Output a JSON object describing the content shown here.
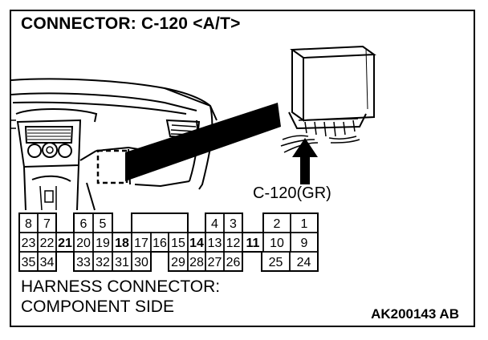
{
  "title": "CONNECTOR: C-120 <A/T>",
  "connector_label": "C-120(GR)",
  "harness_line1": "HARNESS CONNECTOR:",
  "harness_line2": "COMPONENT SIDE",
  "reference": "AK200143 AB",
  "pins": {
    "row1": [
      "8",
      "7",
      "6",
      "5",
      "4",
      "3",
      "2",
      "1"
    ],
    "row2": [
      "23",
      "22",
      "21",
      "20",
      "19",
      "18",
      "17",
      "16",
      "15",
      "14",
      "13",
      "12",
      "11",
      "10",
      "9"
    ],
    "row3": [
      "35",
      "34",
      "33",
      "32",
      "31",
      "30",
      "29",
      "28",
      "27",
      "26",
      "25",
      "24"
    ]
  }
}
